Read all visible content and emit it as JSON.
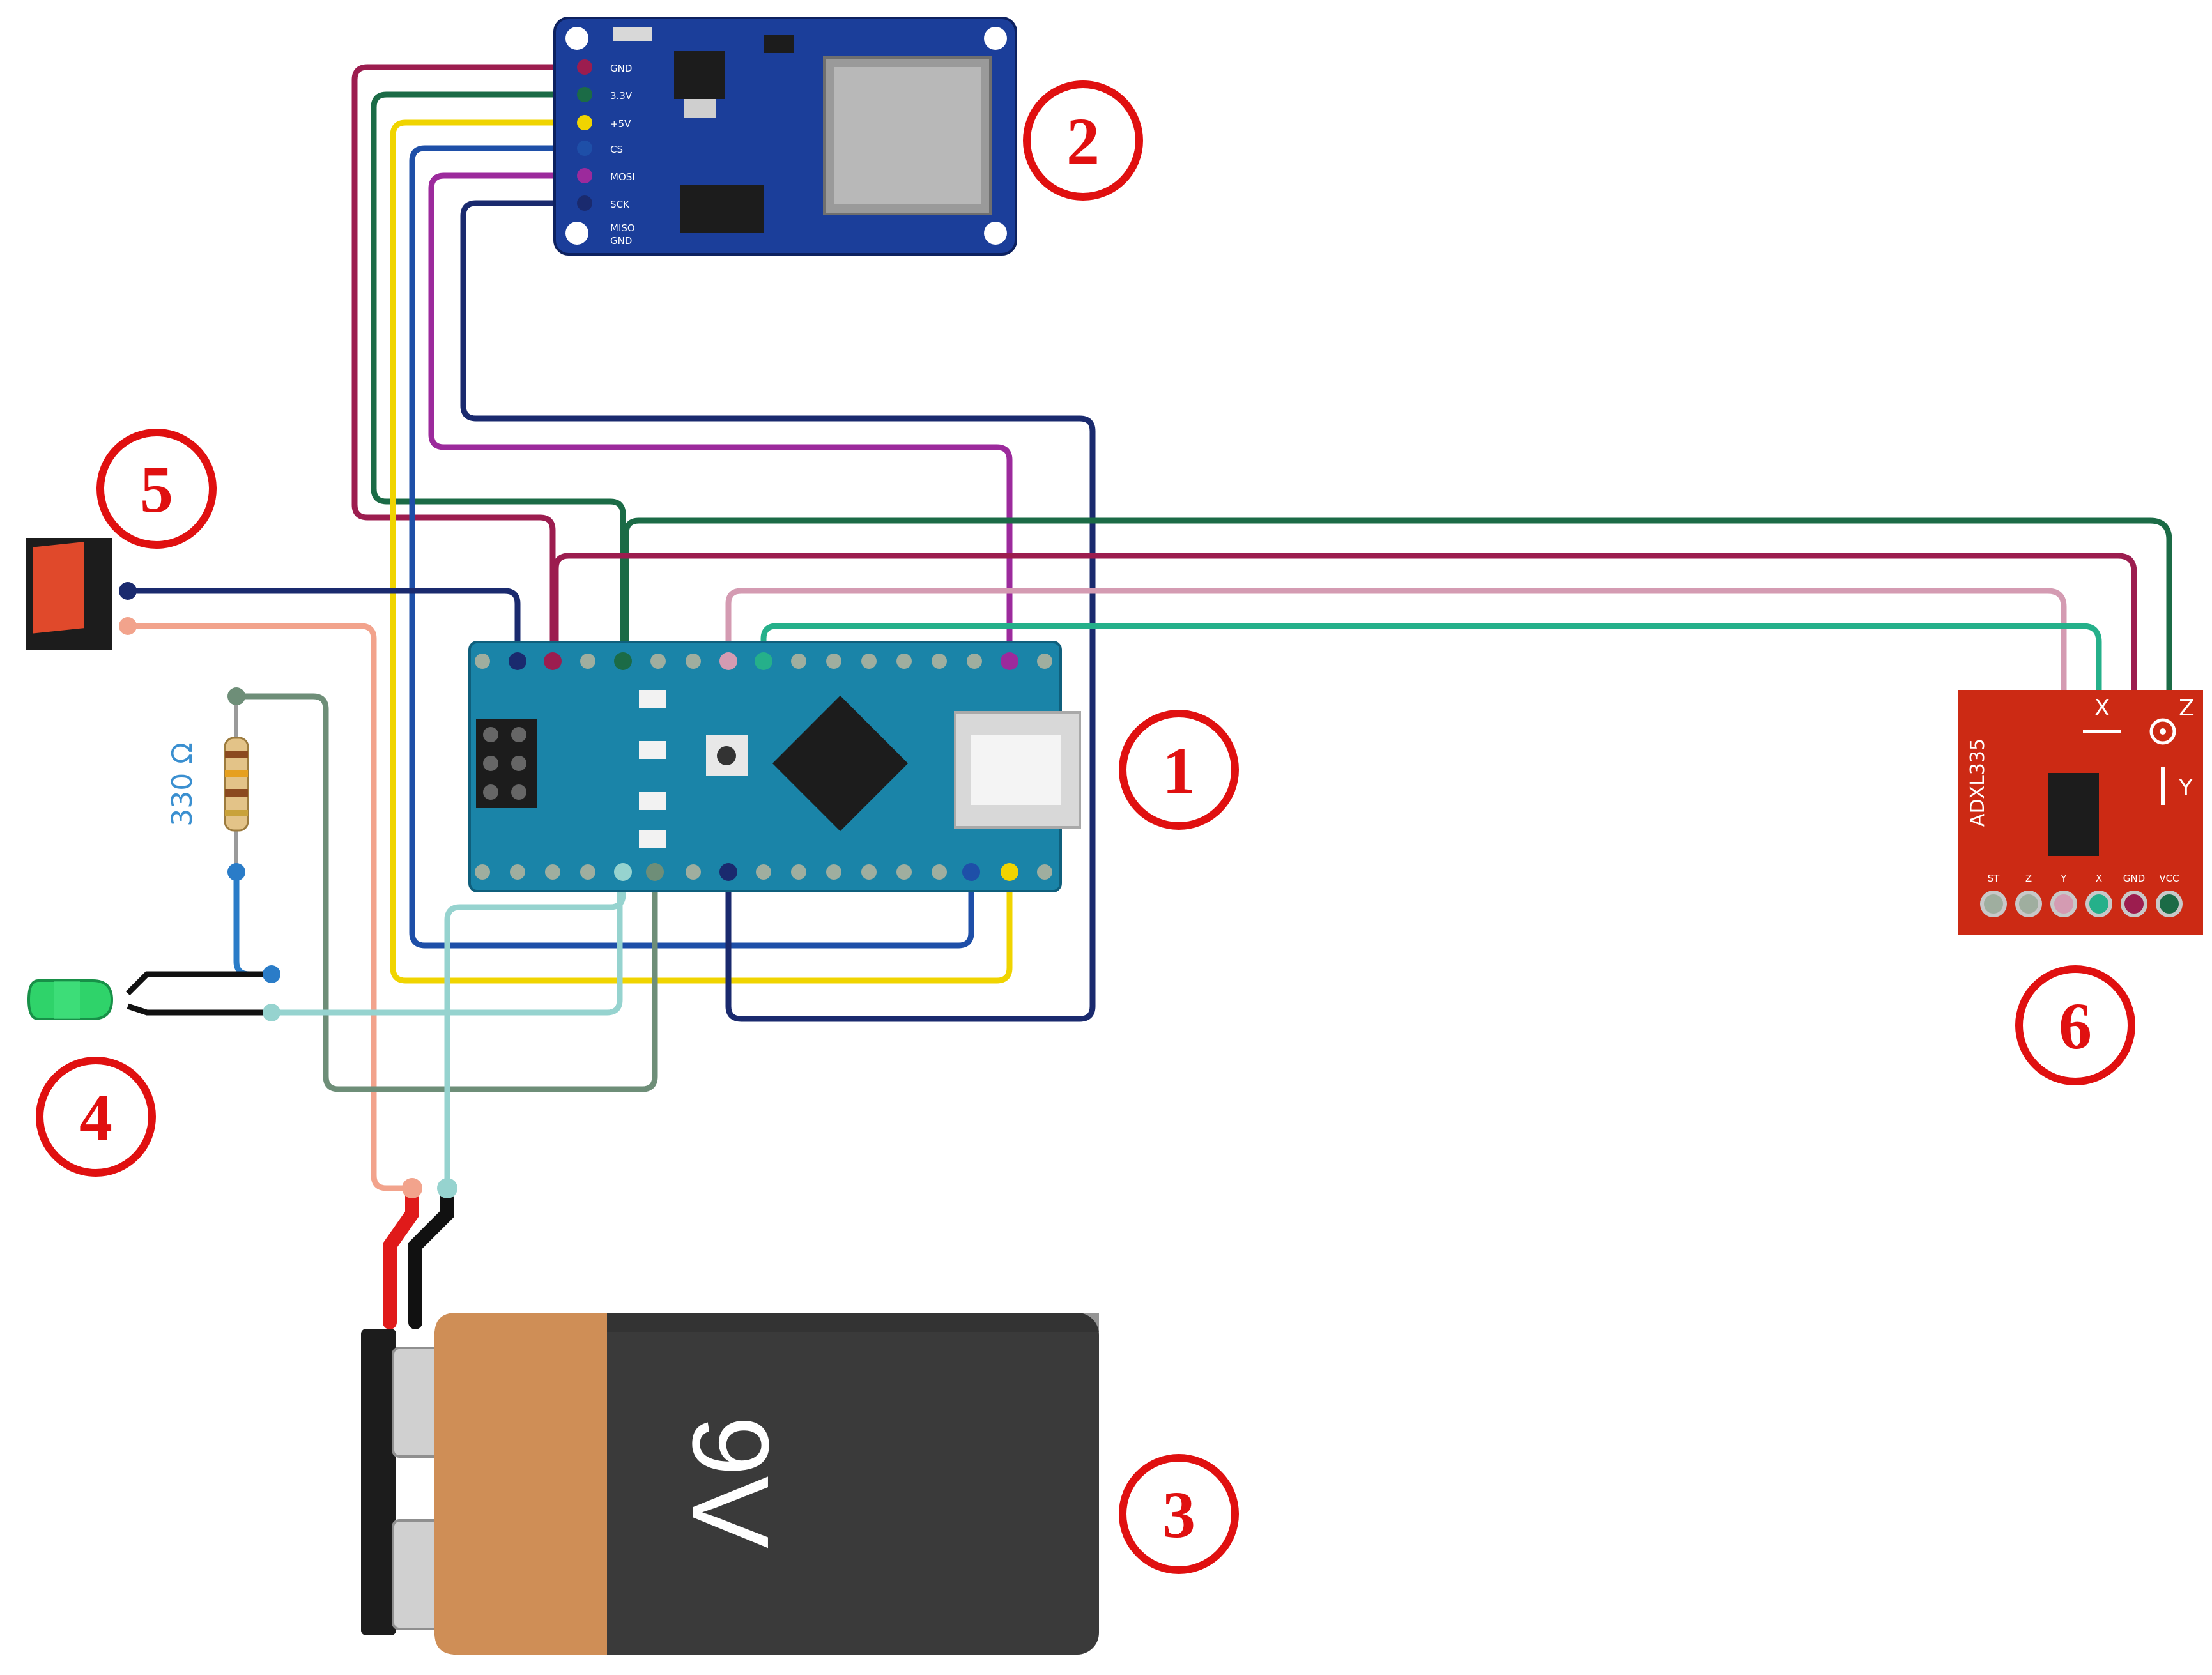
{
  "components": {
    "arduino": {
      "callout": "1"
    },
    "sd_module": {
      "callout": "2",
      "pins": [
        "GND",
        "3.3V",
        "+5V",
        "CS",
        "MOSI",
        "SCK",
        "MISO",
        "GND"
      ]
    },
    "battery": {
      "callout": "3",
      "label": "9V"
    },
    "led": {
      "callout": "4"
    },
    "resistor": {
      "callout": "",
      "label": "330 Ω"
    },
    "switch": {
      "callout": "5"
    },
    "accelerometer": {
      "callout": "6",
      "name": "ADXL335",
      "axes": {
        "x": "X",
        "y": "Y",
        "z": "Z"
      },
      "pins": [
        "ST",
        "Z",
        "Y",
        "X",
        "GND",
        "VCC"
      ]
    }
  },
  "colors": {
    "callout": "#e01010",
    "arduino_board": "#1a84a8",
    "sd_board": "#1b3e9a",
    "accelerometer_board": "#cc2a14",
    "battery_body": "#3a3a3a",
    "battery_cap": "#cf8e56"
  }
}
